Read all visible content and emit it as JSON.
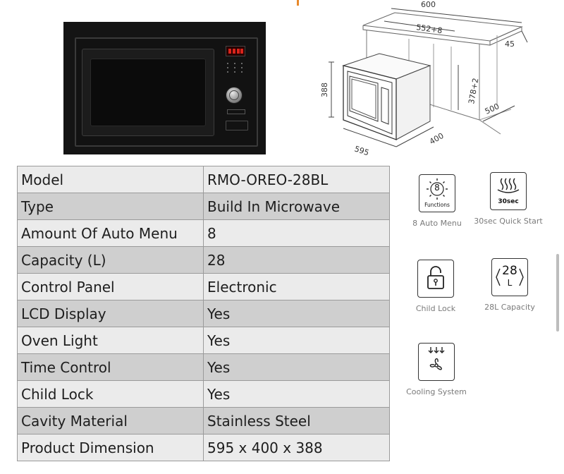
{
  "dimensions": {
    "width_top": "600",
    "inner_width": "552+8",
    "top_thickness": "45",
    "height": "388",
    "inner_height": "378+2",
    "cabinet_depth": "500",
    "depth": "400",
    "width": "595"
  },
  "specs": [
    {
      "label": "Model",
      "value": "RMO-OREO-28BL"
    },
    {
      "label": "Type",
      "value": "Build In Microwave"
    },
    {
      "label": "Amount Of Auto Menu",
      "value": "8"
    },
    {
      "label": "Capacity (L)",
      "value": "28"
    },
    {
      "label": "Control Panel",
      "value": "Electronic"
    },
    {
      "label": "LCD Display",
      "value": "Yes"
    },
    {
      "label": "Oven Light",
      "value": "Yes"
    },
    {
      "label": "Time Control",
      "value": "Yes"
    },
    {
      "label": "Child Lock",
      "value": "Yes"
    },
    {
      "label": "Cavity Material",
      "value": "Stainless Steel"
    },
    {
      "label": "Product Dimension",
      "value": "595 x 400 x 388"
    }
  ],
  "features": {
    "auto_menu": {
      "icon": "functions-icon",
      "icon_number": "8",
      "icon_text": "Functions",
      "caption": "8 Auto Menu"
    },
    "quick_start": {
      "icon": "steam-icon",
      "icon_text": "30sec",
      "caption": "30sec Quick Start"
    },
    "child_lock": {
      "icon": "lock-icon",
      "caption": "Child Lock"
    },
    "capacity": {
      "icon": "capacity-icon",
      "icon_number": "28",
      "icon_unit": "L",
      "caption": "28L Capacity"
    },
    "cooling": {
      "icon": "fan-icon",
      "caption": "Cooling System"
    }
  },
  "colors": {
    "accent": "#e8892b",
    "row_light": "#ebebeb",
    "row_dark": "#cfcfcf",
    "lcd": "#d8241c"
  }
}
